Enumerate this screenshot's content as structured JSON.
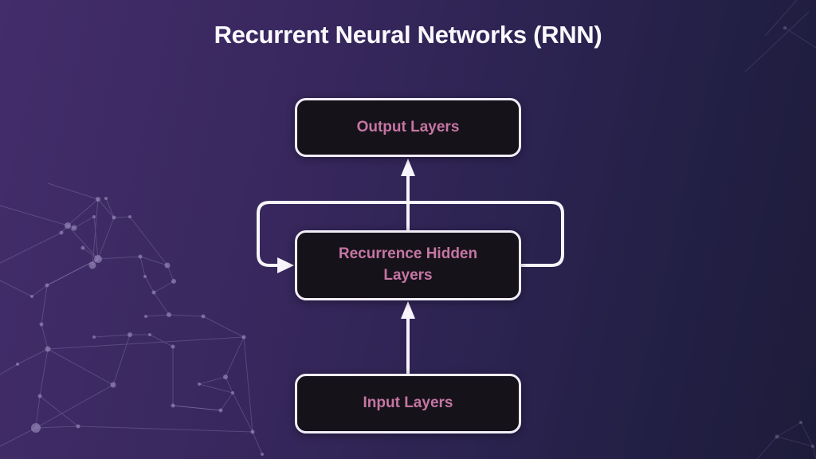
{
  "title": "Recurrent Neural Networks (RNN)",
  "diagram": {
    "nodes": [
      {
        "id": "output",
        "label": "Output Layers"
      },
      {
        "id": "hidden",
        "label": "Recurrence Hidden Layers"
      },
      {
        "id": "input",
        "label": "Input Layers"
      }
    ],
    "edges": [
      {
        "from": "input",
        "to": "hidden",
        "type": "arrow"
      },
      {
        "from": "hidden",
        "to": "output",
        "type": "arrow"
      },
      {
        "from": "hidden",
        "to": "hidden",
        "type": "recurrent-loop"
      }
    ]
  },
  "colors": {
    "bg-left": "#432d6b",
    "bg-right": "#1e1b3a",
    "node-fill": "#16121a",
    "node-border": "#f1edf8",
    "node-text": "#c576a3",
    "arrow": "#f7f5fb",
    "title-text": "#faf9fd",
    "net": "#b3a6d6"
  }
}
